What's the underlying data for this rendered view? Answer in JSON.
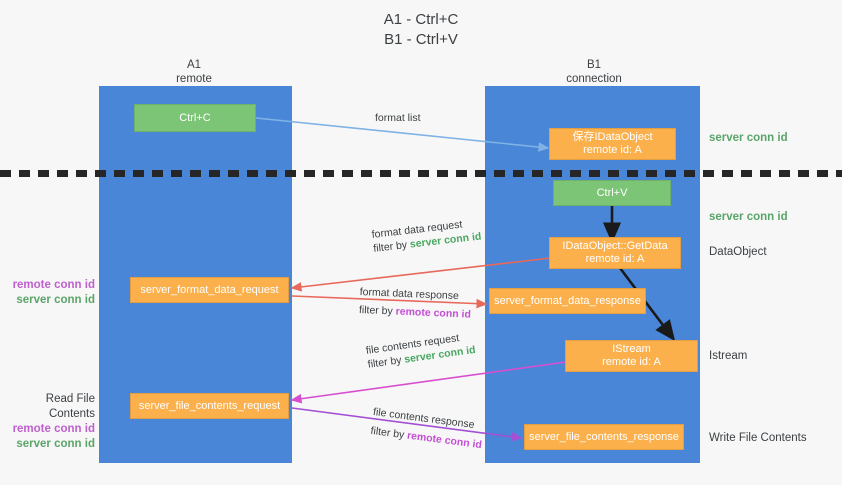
{
  "title": {
    "line1": "A1 - Ctrl+C",
    "line2": "B1 - Ctrl+V"
  },
  "lanes": [
    {
      "id": "a1",
      "name": "A1",
      "sub": "remote"
    },
    {
      "id": "b1",
      "name": "B1",
      "sub": "connection"
    }
  ],
  "colors": {
    "lane": "#4a86d8",
    "green_node": "#7cc576",
    "orange_node": "#fbb04c",
    "server_conn_id": "#5aa469",
    "remote_conn_id": "#c05fd0",
    "edge_blue": "#7fb2e5",
    "edge_red": "#e8685c",
    "edge_magenta": "#d74fd0",
    "edge_purple": "#a44fd4",
    "edge_black": "#1a1a1a",
    "dashed": "#262626",
    "background": "#f7f7f7"
  },
  "nodes": {
    "ctrl_c": {
      "l1": "Ctrl+C",
      "l2": ""
    },
    "save_dataobject": {
      "l1": "保存IDataObject",
      "l2": "remote id: A"
    },
    "ctrl_v": {
      "l1": "Ctrl+V",
      "l2": ""
    },
    "getdata": {
      "l1": "IDataObject::GetData",
      "l2": "remote id: A"
    },
    "istream": {
      "l1": "IStream",
      "l2": "remote id: A"
    },
    "fmt_req": {
      "l1": "server_format_data_request",
      "l2": ""
    },
    "fmt_resp": {
      "l1": "server_format_data_response",
      "l2": ""
    },
    "file_req": {
      "l1": "server_file_contents_request",
      "l2": ""
    },
    "file_resp": {
      "l1": "server_file_contents_response",
      "l2": ""
    }
  },
  "right_labels": {
    "server_conn_id_top": "server conn id",
    "server_conn_id_mid": "server conn id",
    "dataobject": "DataObject",
    "istream": "Istream",
    "write_file_contents": "Write File Contents"
  },
  "left_labels": {
    "fmt_remote": "remote conn id",
    "fmt_server": "server conn id",
    "read_file_contents": "Read File Contents",
    "file_remote": "remote conn id",
    "file_server": "server conn id"
  },
  "edge_labels": {
    "format_list": "format list",
    "format_data_request": "format data request",
    "format_data_request_filter_pre": "filter by ",
    "format_data_request_filter_key": "server conn id",
    "format_data_response": "format data response",
    "format_data_response_filter_pre": "filter by ",
    "format_data_response_filter_key": "remote conn id",
    "file_contents_request": "file contents request",
    "file_contents_request_filter_pre": "filter by ",
    "file_contents_request_filter_key": "server conn id",
    "file_contents_response": "file contents response",
    "file_contents_response_filter_pre": "filter by ",
    "file_contents_response_filter_key": "remote conn id"
  }
}
